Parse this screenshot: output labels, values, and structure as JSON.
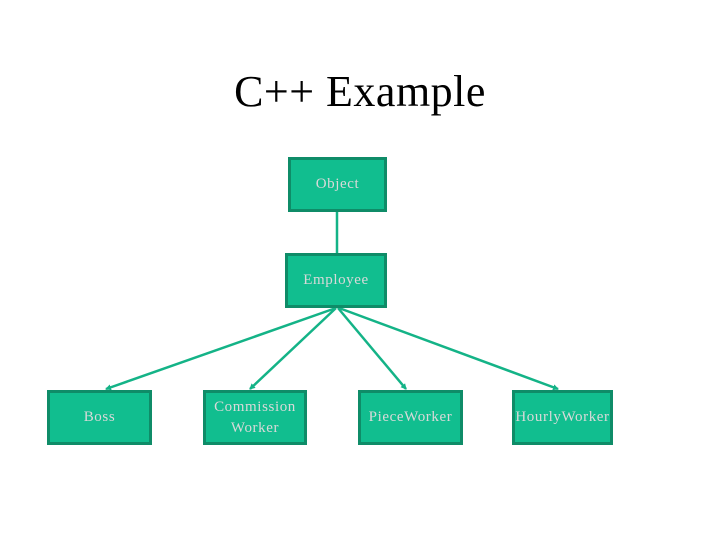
{
  "slide": {
    "title": "C++ Example",
    "background": "#ffffff"
  },
  "diagram": {
    "type": "class-hierarchy-tree",
    "colors": {
      "node_fill": "#11be8f",
      "node_border": "#0f8c68",
      "node_text": "#d9d9d9",
      "line": "#14b387",
      "title_color": "#000000",
      "background": "#ffffff"
    },
    "nodes": [
      {
        "id": "object",
        "label": "Object"
      },
      {
        "id": "employee",
        "label": "Employee"
      },
      {
        "id": "boss",
        "label": "Boss"
      },
      {
        "id": "commission",
        "label": "Commission Worker"
      },
      {
        "id": "piece",
        "label": "PieceWorker"
      },
      {
        "id": "hourly",
        "label": "HourlyWorker"
      }
    ],
    "edges": [
      {
        "from": "object",
        "to": "employee"
      },
      {
        "from": "employee",
        "to": "boss"
      },
      {
        "from": "employee",
        "to": "commission"
      },
      {
        "from": "employee",
        "to": "piece"
      },
      {
        "from": "employee",
        "to": "hourly"
      }
    ]
  }
}
